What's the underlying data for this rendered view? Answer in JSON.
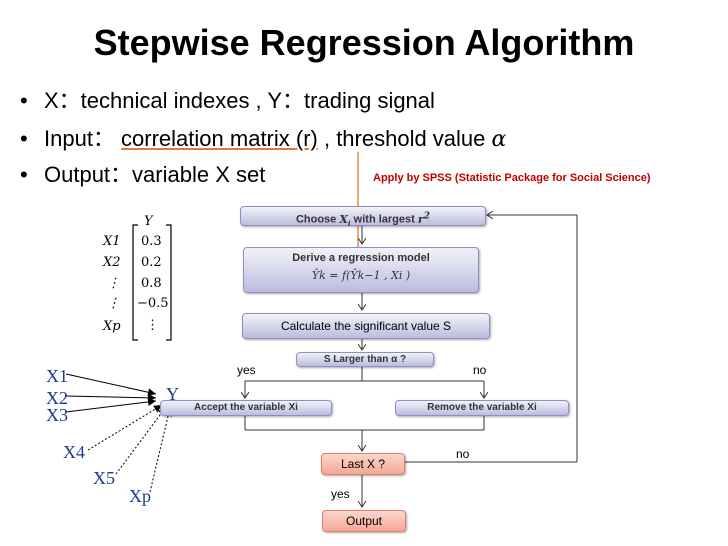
{
  "title": "Stepwise Regression Algorithm",
  "bullets": [
    {
      "text": "X：technical indexes , Y：trading signal"
    },
    {
      "pre": "Input： ",
      "underlined": "correlation matrix (r)",
      "post": " , threshold value ",
      "symbol": "α"
    },
    {
      "text": "Output：variable X set"
    }
  ],
  "spss_note": "Apply by SPSS (Statistic Package for Social Science)",
  "flow": {
    "choose": {
      "pre": "Choose ",
      "var": "X",
      "sub": "i",
      "post": " with largest ",
      "r": "r",
      "sup": "2"
    },
    "derive": {
      "line1": "Derive a regression model",
      "line2": "Ŷk = f(Ŷk−1 , Xi )"
    },
    "calc": "Calculate the significant value S",
    "test": "S Larger than α ?",
    "yes1": "yes",
    "no1": "no",
    "accept": "Accept the variable Xi",
    "remove": "Remove the variable Xi",
    "last": "Last X ?",
    "no2": "no",
    "yes2": "yes",
    "output": "Output"
  },
  "matrix": {
    "header": "Y",
    "rows": [
      {
        "label": "X1",
        "value": "0.3"
      },
      {
        "label": "X2",
        "value": "0.2"
      },
      {
        "label": "⋮",
        "value": "0.8"
      },
      {
        "label": "⋮",
        "value": "−0.5"
      },
      {
        "label": "Xp",
        "value": "⋮"
      }
    ]
  },
  "variables": {
    "target": "Y",
    "inputs": [
      "X1",
      "X2",
      "X3",
      "X4",
      "X5",
      "Xp"
    ]
  },
  "colors": {
    "title": "#000000",
    "note": "#c00000",
    "box_border": "#8e8ec4",
    "output_box": "#f4a896",
    "arrow_orange": "#e07b39",
    "variable_blue": "#1c3b8c"
  }
}
